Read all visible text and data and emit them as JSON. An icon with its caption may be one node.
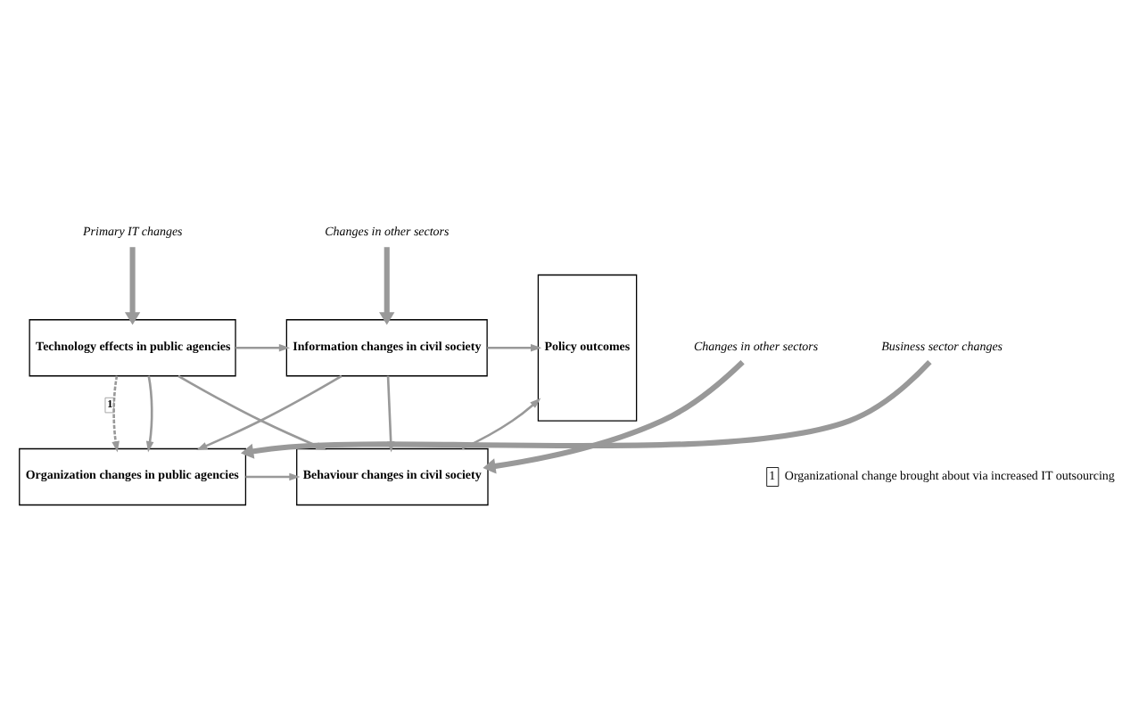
{
  "diagram": {
    "nodes": [
      {
        "text": [
          "Primary IT changes"
        ]
      },
      {
        "text": [
          "Changes in other sectors"
        ]
      },
      {
        "text": [
          "Technology effects in public agencies"
        ]
      },
      {
        "text": [
          "Information changes in civil society"
        ]
      },
      {
        "text": [
          "Policy outcomes"
        ]
      },
      {
        "text": [
          "Organization changes in public agencies"
        ]
      },
      {
        "text": [
          "Behaviour changes in civil society"
        ]
      },
      {
        "text": [
          "Business sector changes"
        ]
      },
      {
        "text": [
          "Changes in other sectors"
        ]
      }
    ],
    "edges": [
      {
        "from": 0,
        "to": 2,
        "arrow": "to",
        "style": "thick"
      },
      {
        "from": 1,
        "to": 3,
        "arrow": "to",
        "style": "thick"
      },
      {
        "from": 2,
        "to": 3,
        "arrow": "to"
      },
      {
        "from": 3,
        "to": 4,
        "arrow": "to"
      },
      {
        "from": 2,
        "to": 5,
        "arrow": "to",
        "style": "dashed",
        "label": "1"
      },
      {
        "from": 2,
        "to": 5,
        "arrow": "to"
      },
      {
        "from": 2,
        "to": 6,
        "arrow": "to"
      },
      {
        "from": 3,
        "to": 5,
        "arrow": "to"
      },
      {
        "from": 3,
        "to": 6,
        "arrow": "to"
      },
      {
        "from": 5,
        "to": 6,
        "arrow": "to"
      },
      {
        "from": 6,
        "to": 4,
        "arrow": "to"
      },
      {
        "from": 7,
        "to": 5,
        "arrow": "to",
        "style": "thick"
      },
      {
        "from": 8,
        "to": 6,
        "arrow": "to",
        "style": "thick"
      }
    ],
    "labels": [
      "1",
      "Organizational change brought about via increased IT outsourcing"
    ]
  }
}
